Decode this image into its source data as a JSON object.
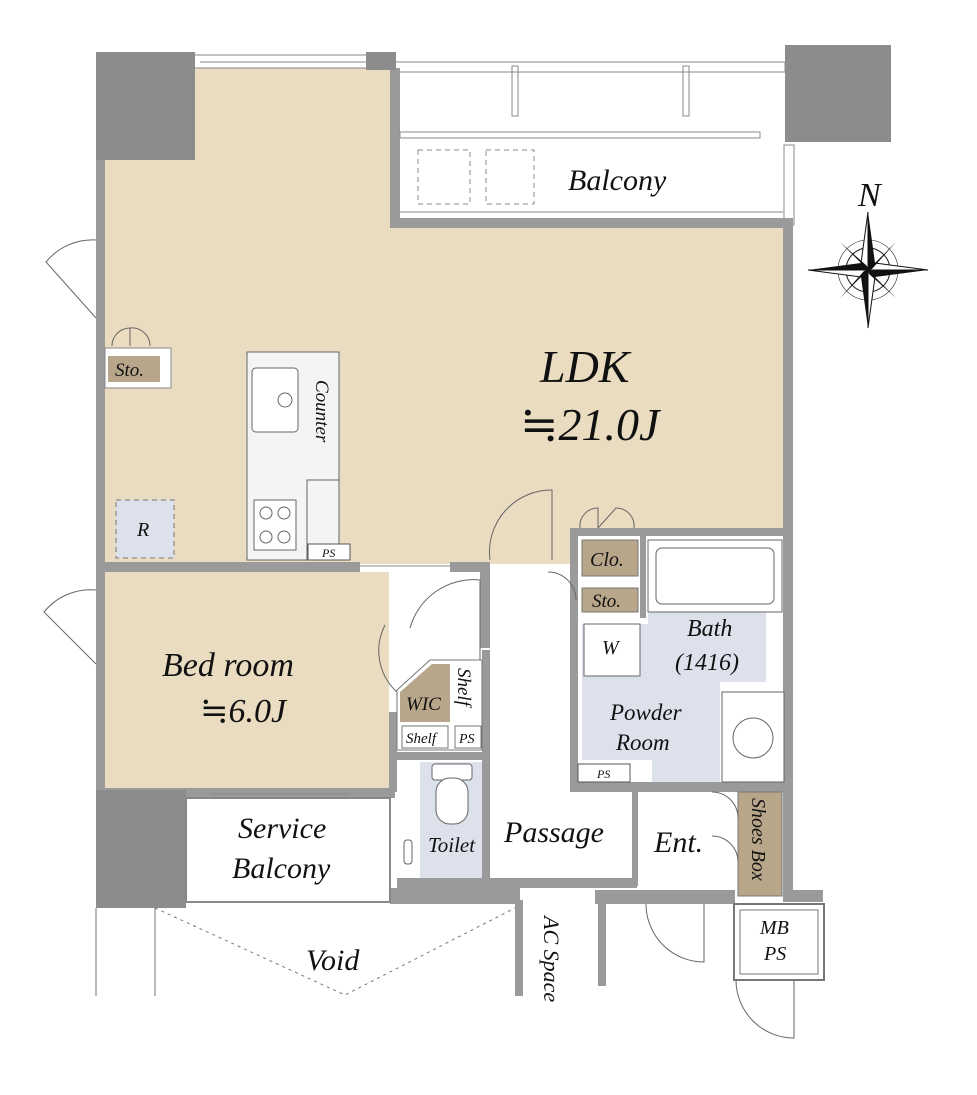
{
  "rooms": {
    "ldk": {
      "name": "LDK",
      "size": "≒21.0J"
    },
    "bedroom": {
      "name": "Bed room",
      "size": "≒6.0J"
    },
    "balcony": "Balcony",
    "service_balcony": {
      "line1": "Service",
      "line2": "Balcony"
    },
    "void": "Void",
    "ac_space": "AC Space",
    "bath": {
      "line1": "Bath",
      "line2": "(1416)"
    },
    "powder_room": {
      "line1": "Powder",
      "line2": "Room"
    },
    "toilet": "Toilet",
    "passage": "Passage",
    "entrance": "Ent.",
    "shoes_box": "Shoes Box",
    "mb_ps": {
      "line1": "MB",
      "line2": "PS"
    },
    "wic": "WIC",
    "shelf_vertical": "Shelf",
    "shelf_horizontal": "Shelf",
    "closet": "Clo.",
    "storage_bath": "Sto.",
    "storage_ldk": "Sto.",
    "counter": "Counter",
    "fridge": "R",
    "washer": "W",
    "ps_kitchen": "PS",
    "ps_wic": "PS",
    "ps_powder": "PS"
  },
  "compass": {
    "north": "N"
  },
  "colors": {
    "room_fill": "#e9dcc0",
    "wet_fill": "#dde1ec",
    "storage_fill": "#b8a68a",
    "wall": "#9a9a9a",
    "pillar": "#8c8c8c"
  }
}
